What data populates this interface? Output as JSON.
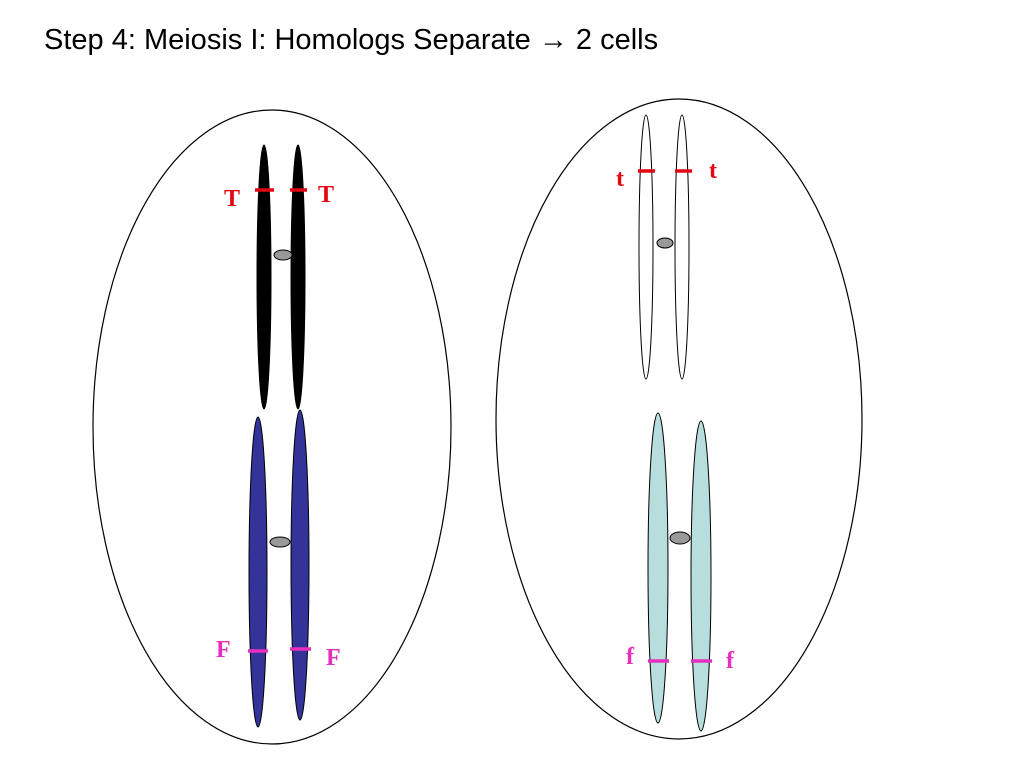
{
  "title": {
    "prefix": "Step 4:  Meiosis I:  Homologs Separate ",
    "arrow": "→",
    "suffix": " 2 cells"
  },
  "cells": [
    {
      "name": "left-cell",
      "alleles": {
        "top_left": "T",
        "top_right": "T",
        "bottom_left": "F",
        "bottom_right": "F"
      }
    },
    {
      "name": "right-cell",
      "alleles": {
        "top_left": "t",
        "top_right": "t",
        "bottom_left": "f",
        "bottom_right": "f"
      }
    }
  ],
  "colors": {
    "chromosome_black": "#000000",
    "chromosome_navy": "#333399",
    "chromosome_white": "#ffffff",
    "chromosome_lightblue": "#b7dddd",
    "centromere": "#999999",
    "t_gene": "#e30613",
    "f_gene": "#e62ebf",
    "membrane": "#000000"
  }
}
